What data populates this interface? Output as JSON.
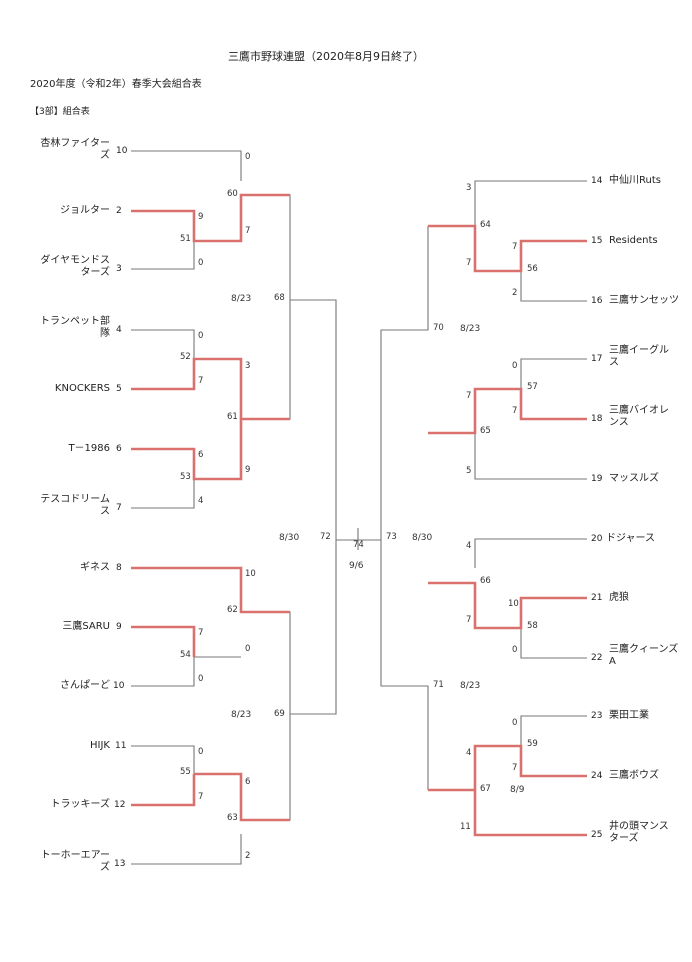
{
  "header": {
    "title": "三鷹市野球連盟（2020年8月9日終了）",
    "subtitle": "2020年度（令和2年）春季大会組合表",
    "section": "【3部】組合表"
  },
  "left_teams": [
    {
      "name1": "杏林ファイター",
      "name2": "ズ",
      "seed": "10"
    },
    {
      "name1": "ジョルター",
      "name2": "",
      "seed": "2"
    },
    {
      "name1": "ダイヤモンドス",
      "name2": "ターズ",
      "seed": "3"
    },
    {
      "name1": "トランペット部",
      "name2": "隊",
      "seed": "4"
    },
    {
      "name1": "KNOCKERS",
      "name2": "",
      "seed": "5"
    },
    {
      "name1": "T－1986",
      "name2": "",
      "seed": "6"
    },
    {
      "name1": "テスコドリーム",
      "name2": "ス",
      "seed": "7"
    },
    {
      "name1": "ギネス",
      "name2": "",
      "seed": "8"
    },
    {
      "name1": "三鷹SARU",
      "name2": "",
      "seed": "9"
    },
    {
      "name1": "さんぱーど",
      "name2": "",
      "seed": "10"
    },
    {
      "name1": "HIJK",
      "name2": "",
      "seed": "11"
    },
    {
      "name1": "トラッキーズ",
      "name2": "",
      "seed": "12"
    },
    {
      "name1": "トーホーエアー",
      "name2": "ズ",
      "seed": "13"
    }
  ],
  "right_teams": [
    {
      "name1": "中仙川Ruts",
      "name2": "",
      "seed": "14"
    },
    {
      "name1": "Residents",
      "name2": "",
      "seed": "15"
    },
    {
      "name1": "三鷹サンセッツ",
      "name2": "",
      "seed": "16"
    },
    {
      "name1": "三鷹イーグル",
      "name2": "ス",
      "seed": "17"
    },
    {
      "name1": "三鷹バイオレ",
      "name2": "ンス",
      "seed": "18"
    },
    {
      "name1": "マッスルズ",
      "name2": "",
      "seed": "19"
    },
    {
      "name1": "ドジャース",
      "name2": "",
      "seed": "20"
    },
    {
      "name1": "虎狼",
      "name2": "",
      "seed": "21"
    },
    {
      "name1": "三鷹クィーンズ",
      "name2": "A",
      "seed": "22"
    },
    {
      "name1": "栗田工業",
      "name2": "",
      "seed": "23"
    },
    {
      "name1": "三鷹ボウズ",
      "name2": "",
      "seed": "24"
    },
    {
      "name1": "井の頭マンス",
      "name2": "ターズ",
      "seed": "25"
    }
  ],
  "matches": {
    "m51": "51",
    "m52": "52",
    "m53": "53",
    "m54": "54",
    "m55": "55",
    "m56": "56",
    "m57": "57",
    "m58": "58",
    "m59": "59",
    "m60": "60",
    "m61": "61",
    "m62": "62",
    "m63": "63",
    "m64": "64",
    "m65": "65",
    "m66": "66",
    "m67": "67",
    "m68": "68",
    "m69": "69",
    "m70": "70",
    "m71": "71",
    "m72": "72",
    "m73": "73",
    "m74": "74"
  },
  "scores": {
    "s1": "0",
    "s2": "9",
    "s3": "0",
    "s4": "7",
    "s5": "0",
    "s6": "7",
    "s7": "3",
    "s8": "6",
    "s9": "4",
    "s10": "9",
    "s11": "10",
    "s12": "7",
    "s13": "0",
    "s14": "0",
    "s15": "0",
    "s16": "7",
    "s17": "6",
    "s18": "2",
    "r1": "3",
    "r2": "7",
    "r3": "2",
    "r4": "7",
    "r5": "0",
    "r6": "7",
    "r7": "7",
    "r8": "5",
    "r9": "4",
    "r10": "10",
    "r11": "0",
    "r12": "7",
    "r13": "0",
    "r14": "7",
    "r15": "4",
    "r16": "11"
  },
  "dates": {
    "d68": "8/23",
    "d69": "8/23",
    "d70": "8/23",
    "d71": "8/23",
    "d72": "8/30",
    "d73": "8/30",
    "final": "9/6",
    "d59": "8/9"
  },
  "colors": {
    "winner_line": "#d9726e",
    "line": "#777777"
  }
}
